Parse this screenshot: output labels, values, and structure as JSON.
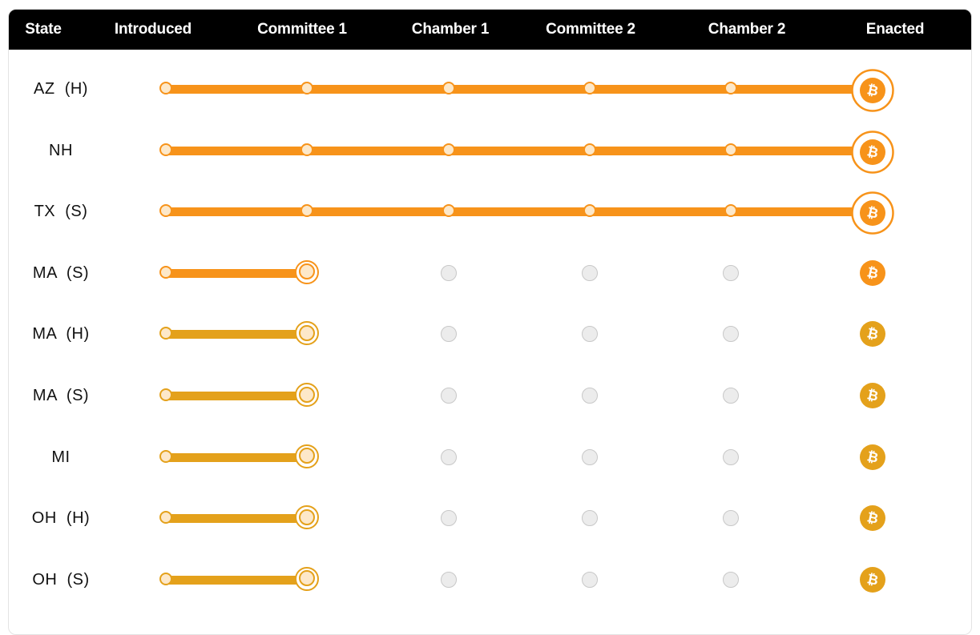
{
  "header": {
    "columns": [
      "State",
      "Introduced",
      "Committee 1",
      "Chamber 1",
      "Committee 2",
      "Chamber 2",
      "Enacted"
    ]
  },
  "colors": {
    "header_bg": "#000000",
    "orange": "#f7931a",
    "gold": "#e4a11b",
    "node_fill": "#fde8c9",
    "empty_node": "#ececec"
  },
  "icons": {
    "enacted": "bitcoin-icon",
    "stage": "stage-node-icon"
  },
  "rows": [
    {
      "state": "AZ  (H)",
      "stages_reached": 6,
      "color": "#f7931a"
    },
    {
      "state": "NH",
      "stages_reached": 6,
      "color": "#f7931a"
    },
    {
      "state": "TX  (S)",
      "stages_reached": 6,
      "color": "#f7931a"
    },
    {
      "state": "MA  (S)",
      "stages_reached": 2,
      "color": "#f7931a"
    },
    {
      "state": "MA  (H)",
      "stages_reached": 2,
      "color": "#e4a11b"
    },
    {
      "state": "MA  (S)",
      "stages_reached": 2,
      "color": "#e4a11b"
    },
    {
      "state": "MI",
      "stages_reached": 2,
      "color": "#e4a11b"
    },
    {
      "state": "OH  (H)",
      "stages_reached": 2,
      "color": "#e4a11b"
    },
    {
      "state": "OH  (S)",
      "stages_reached": 2,
      "color": "#e4a11b"
    }
  ]
}
